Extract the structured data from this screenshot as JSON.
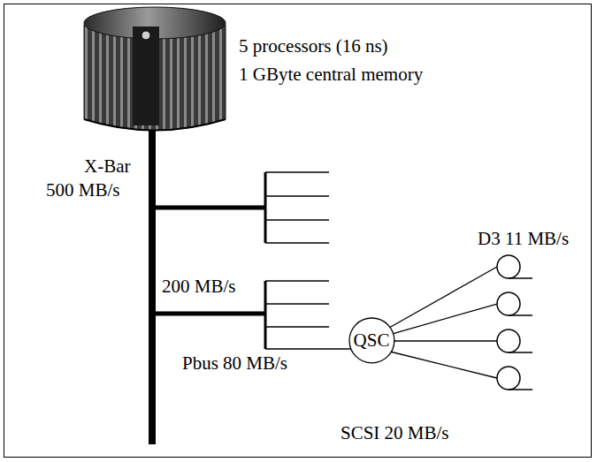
{
  "diagram": {
    "nodes": [
      {
        "text": [
          "QSC"
        ]
      }
    ],
    "labels": [
      "5 processors (16 ns)",
      "1 GByte central memory",
      "X-Bar",
      "500 MB/s",
      "200 MB/s",
      "Pbus 80 MB/s",
      "D3 11 MB/s",
      "SCSI 20 MB/s"
    ]
  }
}
